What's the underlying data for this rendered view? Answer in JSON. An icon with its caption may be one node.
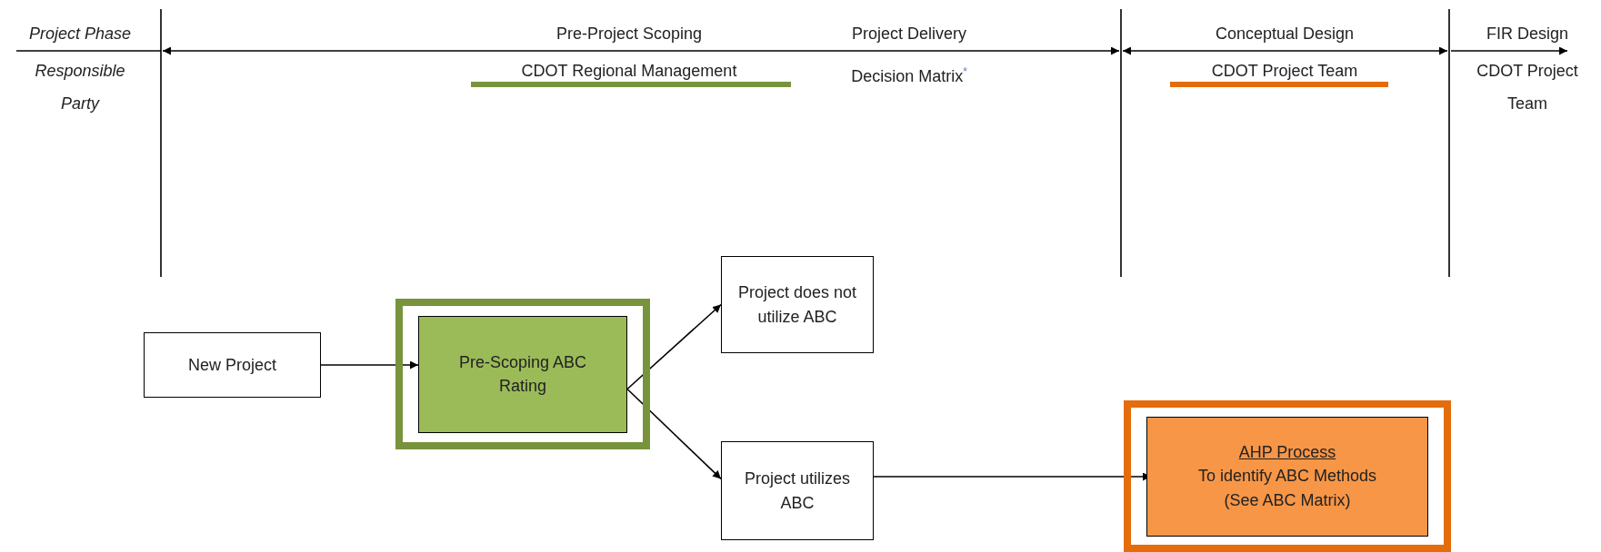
{
  "diagram": {
    "nodes": [
      {
        "text": [
          "New Project"
        ]
      },
      {
        "text": [],
        "shape": "box"
      },
      {
        "text": [
          "Pre-Scoping ABC Rating"
        ],
        "in": 1
      },
      {
        "text": [
          "Project does not utilize ABC"
        ]
      },
      {
        "text": [
          "Project utilizes ABC"
        ]
      },
      {
        "text": [],
        "shape": "box"
      },
      {
        "text": [
          "AHP Process",
          "To identify ABC Methods (See ABC Matrix)"
        ],
        "in": 5
      }
    ],
    "edges": [
      {
        "from": 0,
        "to": 2,
        "arrow": "to"
      },
      {
        "from": 2,
        "to": 3,
        "arrow": "to"
      },
      {
        "from": 2,
        "to": 4,
        "arrow": "to"
      },
      {
        "from": 4,
        "to": 6,
        "arrow": "to"
      }
    ],
    "labels": [
      "Project Phase",
      "Pre-Project Scoping",
      "Project Delivery Decision Matrix$^{*}$",
      "Conceptual Design",
      "FIR Design",
      "Responsible Party",
      "CDOT Regional Management",
      "CDOT Project Team",
      "CDOT Project Team"
    ]
  }
}
